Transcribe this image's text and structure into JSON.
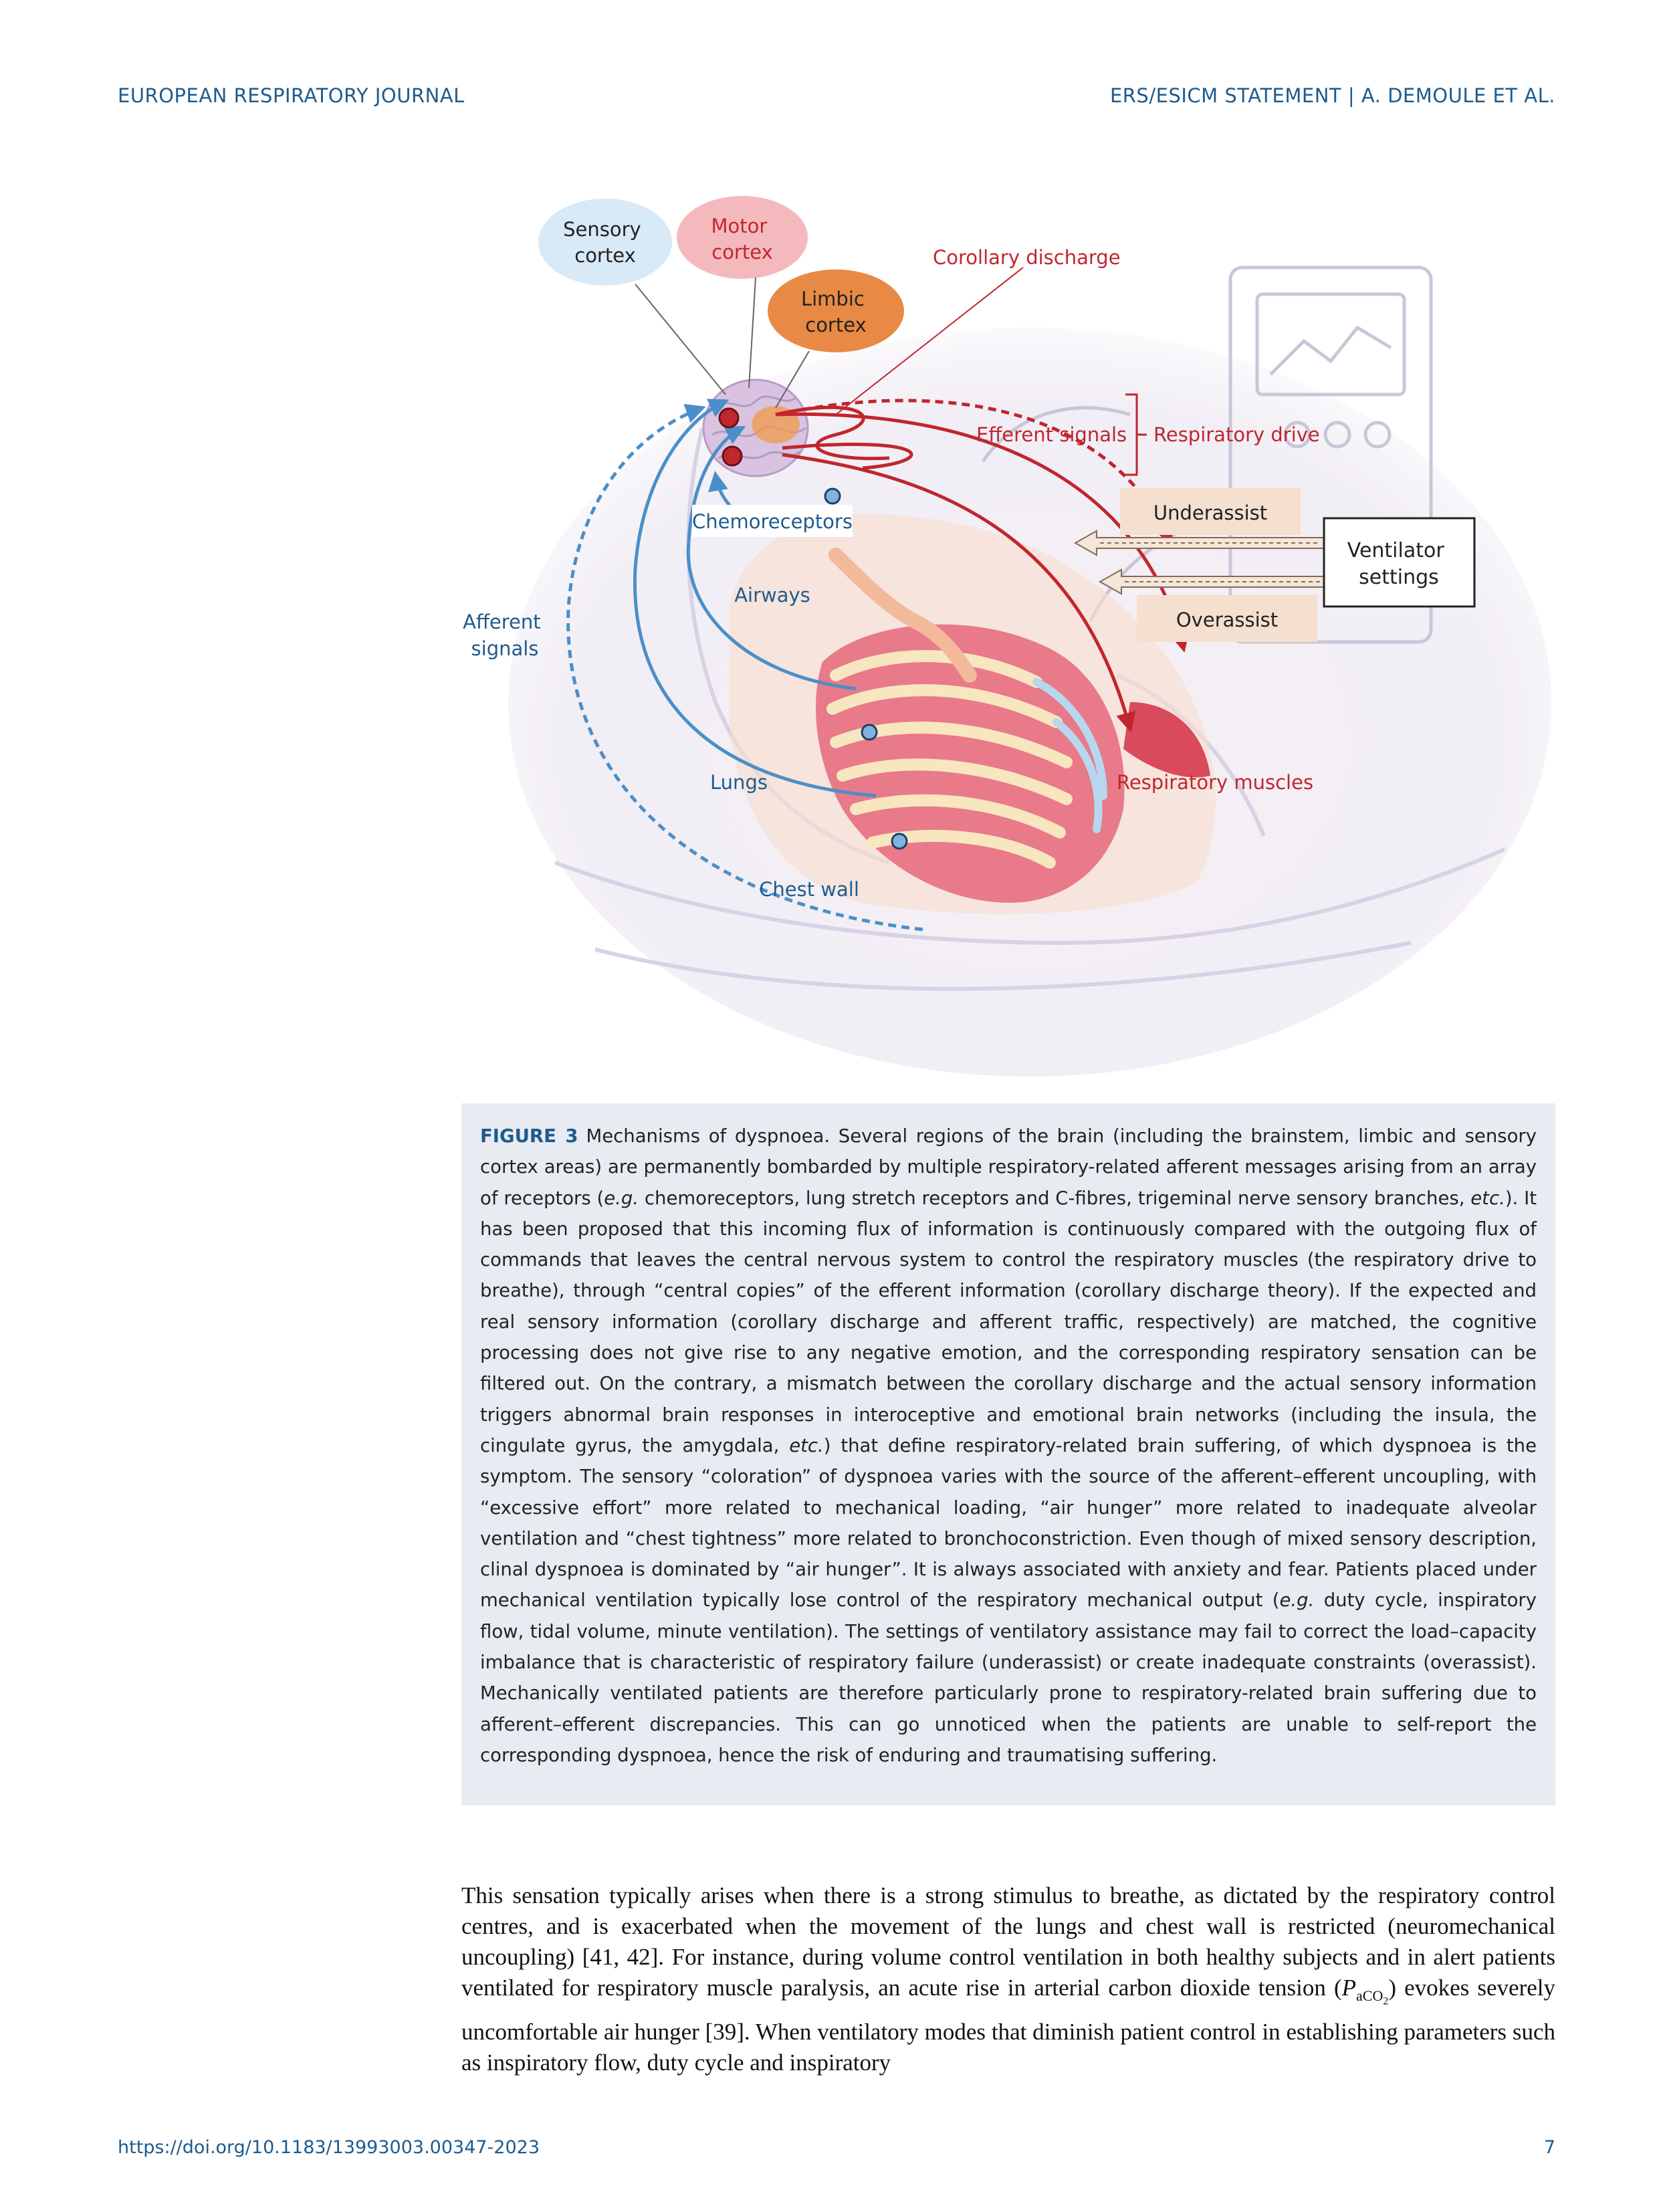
{
  "header": {
    "journal": "EUROPEAN RESPIRATORY JOURNAL",
    "running_title": "ERS/ESICM STATEMENT  |  A. DEMOULE ET AL."
  },
  "figure": {
    "labels": {
      "sensory_cortex": [
        "Sensory",
        "cortex"
      ],
      "motor_cortex": [
        "Motor",
        "cortex"
      ],
      "limbic_cortex": [
        "Limbic",
        "cortex"
      ],
      "corollary_discharge": "Corollary discharge",
      "efferent_signals": "Efferent signals",
      "respiratory_drive": "Respiratory drive",
      "chemoreceptors": "Chemoreceptors",
      "underassist": "Underassist",
      "overassist": "Overassist",
      "ventilator_settings": [
        "Ventilator",
        "settings"
      ],
      "afferent_signals": [
        "Afferent",
        "signals"
      ],
      "airways": "Airways",
      "lungs": "Lungs",
      "respiratory_muscles": "Respiratory muscles",
      "chest_wall": "Chest wall"
    },
    "colors": {
      "afferent": "#4a8fc9",
      "efferent": "#c0262e",
      "sensory_fill": "#d8e9f7",
      "motor_fill": "#f4b9bc",
      "limbic_fill": "#e88a45",
      "assist_fill": "#f5dfcf"
    }
  },
  "caption": {
    "label": "FIGURE 3",
    "text_1": "Mechanisms of dyspnoea. Several regions of the brain (including the brainstem, limbic and sensory cortex areas) are permanently bombarded by multiple respiratory-related afferent messages arising from an array of receptors (",
    "eg1": "e.g.",
    "text_2": " chemoreceptors, lung stretch receptors and C-fibres, trigeminal nerve sensory branches, ",
    "etc1": "etc.",
    "text_3": "). It has been proposed that this incoming flux of information is continuously compared with the outgoing flux of commands that leaves the central nervous system to control the respiratory muscles (the respiratory drive to breathe), through “central copies” of the efferent information (corollary discharge theory). If the expected and real sensory information (corollary discharge and afferent traffic, respectively) are matched, the cognitive processing does not give rise to any negative emotion, and the corresponding respiratory sensation can be filtered out. On the contrary, a mismatch between the corollary discharge and the actual sensory information triggers abnormal brain responses in interoceptive and emotional brain networks (including the insula, the cingulate gyrus, the amygdala, ",
    "etc2": "etc.",
    "text_4": ") that define respiratory-related brain suffering, of which dyspnoea is the symptom. The sensory “coloration” of dyspnoea varies with the source of the afferent–efferent uncoupling, with “excessive effort” more related to mechanical loading, “air hunger” more related to inadequate alveolar ventilation and “chest tightness” more related to bronchoconstriction. Even though of mixed sensory description, clinal dyspnoea is dominated by “air hunger”. It is always associated with anxiety and fear. Patients placed under mechanical ventilation typically lose control of the respiratory mechanical output (",
    "eg2": "e.g.",
    "text_5": " duty cycle, inspiratory flow, tidal volume, minute ventilation). The settings of ventilatory assistance may fail to correct the load–capacity imbalance that is characteristic of respiratory failure (underassist) or create inadequate constraints (overassist). Mechanically ventilated patients are therefore particularly prone to respiratory-related brain suffering due to afferent–efferent discrepancies. This can go unnoticed when the patients are unable to self-report the corresponding dyspnoea, hence the risk of enduring and traumatising suffering."
  },
  "body": {
    "part_1": "This sensation typically arises when there is a strong stimulus to breathe, as dictated by the respiratory control centres, and is exacerbated when the movement of the lungs and chest wall is restricted (neuromechanical uncoupling) [41, 42]. For instance, during volume control ventilation in both healthy subjects and in alert patients ventilated for respiratory muscle paralysis, an acute rise in arterial carbon dioxide tension (",
    "sym_P": "P",
    "sym_sub": "aCO",
    "sym_subsub": "2",
    "part_2": ") evokes severely uncomfortable air hunger [39]. When ventilatory modes that diminish patient control in establishing parameters such as inspiratory flow, duty cycle and inspiratory"
  },
  "footer": {
    "doi": "https://doi.org/10.1183/13993003.00347-2023",
    "page": "7"
  }
}
